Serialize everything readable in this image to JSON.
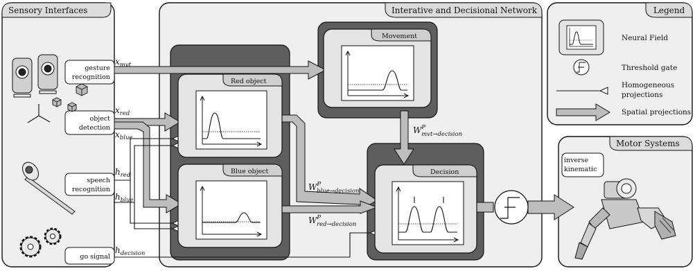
{
  "panels": {
    "sensory": "Sensory Interfaces",
    "network": "Interative and Decisional Network",
    "legend": "Legend",
    "motor": "Motor Systems"
  },
  "sensory_modules": {
    "gesture": [
      "gesture",
      "recognition"
    ],
    "object": [
      "object",
      "detection"
    ],
    "speech": [
      "speech",
      "recognition"
    ],
    "go": [
      "go signal"
    ]
  },
  "fields": {
    "red": "Red object",
    "blue": "Blue object",
    "movement": "Movement",
    "decision": "Decision"
  },
  "inputs": {
    "x_mvt": {
      "base": "x",
      "sub": "mvt"
    },
    "x_red": {
      "base": "x",
      "sub": "red"
    },
    "x_blue": {
      "base": "x",
      "sub": "blue"
    },
    "h_red": {
      "base": "h",
      "sub": "red"
    },
    "h_blue": {
      "base": "h",
      "sub": "blue"
    },
    "h_decision": {
      "base": "h",
      "sub": "decision"
    }
  },
  "weights": {
    "mvt_decision": {
      "base": "W",
      "sup": "P",
      "sub": "mvt→decision"
    },
    "blue_decision": {
      "base": "W",
      "sup": "P",
      "sub": "blue→decision"
    },
    "red_decision": {
      "base": "W",
      "sup": "P",
      "sub": "red→decision"
    }
  },
  "legend": {
    "neural_field": "Neural Field",
    "threshold": "Threshold gate",
    "homogeneous": [
      "Homogeneous",
      "projections"
    ],
    "spatial": "Spatial projections"
  },
  "motor": {
    "ik": [
      "inverse",
      "kinematic"
    ]
  },
  "colors": {
    "outer_panel": "#efefef",
    "dark_box": "#5e5e5e",
    "inner_field": "#e4e4e4",
    "arrow_fill": "#bdbdbd"
  }
}
